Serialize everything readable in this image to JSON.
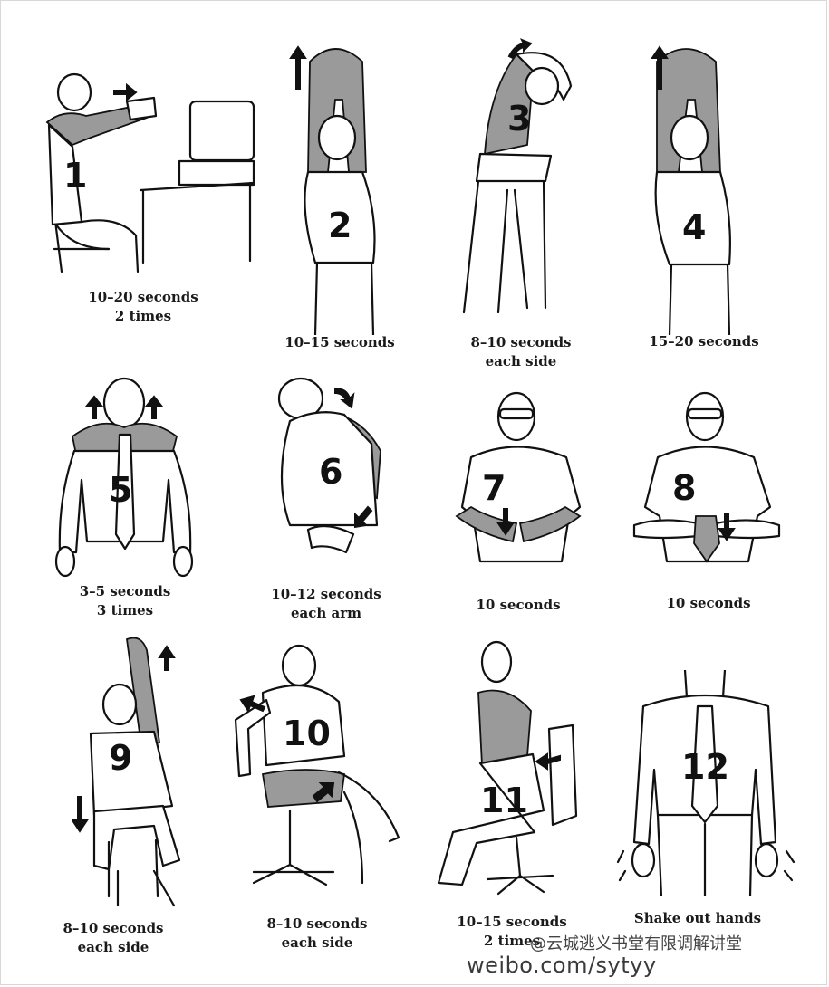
{
  "stretches": [
    {
      "number": "1",
      "caption": [
        "10–20 seconds",
        "2 times"
      ]
    },
    {
      "number": "2",
      "caption": [
        "10–15 seconds"
      ]
    },
    {
      "number": "3",
      "caption": [
        "8–10 seconds",
        "each side"
      ]
    },
    {
      "number": "4",
      "caption": [
        "15–20 seconds"
      ]
    },
    {
      "number": "5",
      "caption": [
        "3–5 seconds",
        "3 times"
      ]
    },
    {
      "number": "6",
      "caption": [
        "10–12 seconds",
        "each arm"
      ]
    },
    {
      "number": "7",
      "caption": [
        "10 seconds"
      ]
    },
    {
      "number": "8",
      "caption": [
        "10 seconds"
      ]
    },
    {
      "number": "9",
      "caption": [
        "8–10 seconds",
        "each side"
      ]
    },
    {
      "number": "10",
      "caption": [
        "8–10 seconds",
        "each side"
      ]
    },
    {
      "number": "11",
      "caption": [
        "10–15 seconds",
        "2 times"
      ]
    },
    {
      "number": "12",
      "caption": [
        "Shake out hands"
      ]
    }
  ],
  "watermark": {
    "line1": "@云城逃义书堂有限调解讲堂",
    "line2": "weibo.com/sytyy"
  },
  "colors": {
    "ink": "#111111",
    "shading": "#9a9a9a",
    "background": "#ffffff"
  }
}
